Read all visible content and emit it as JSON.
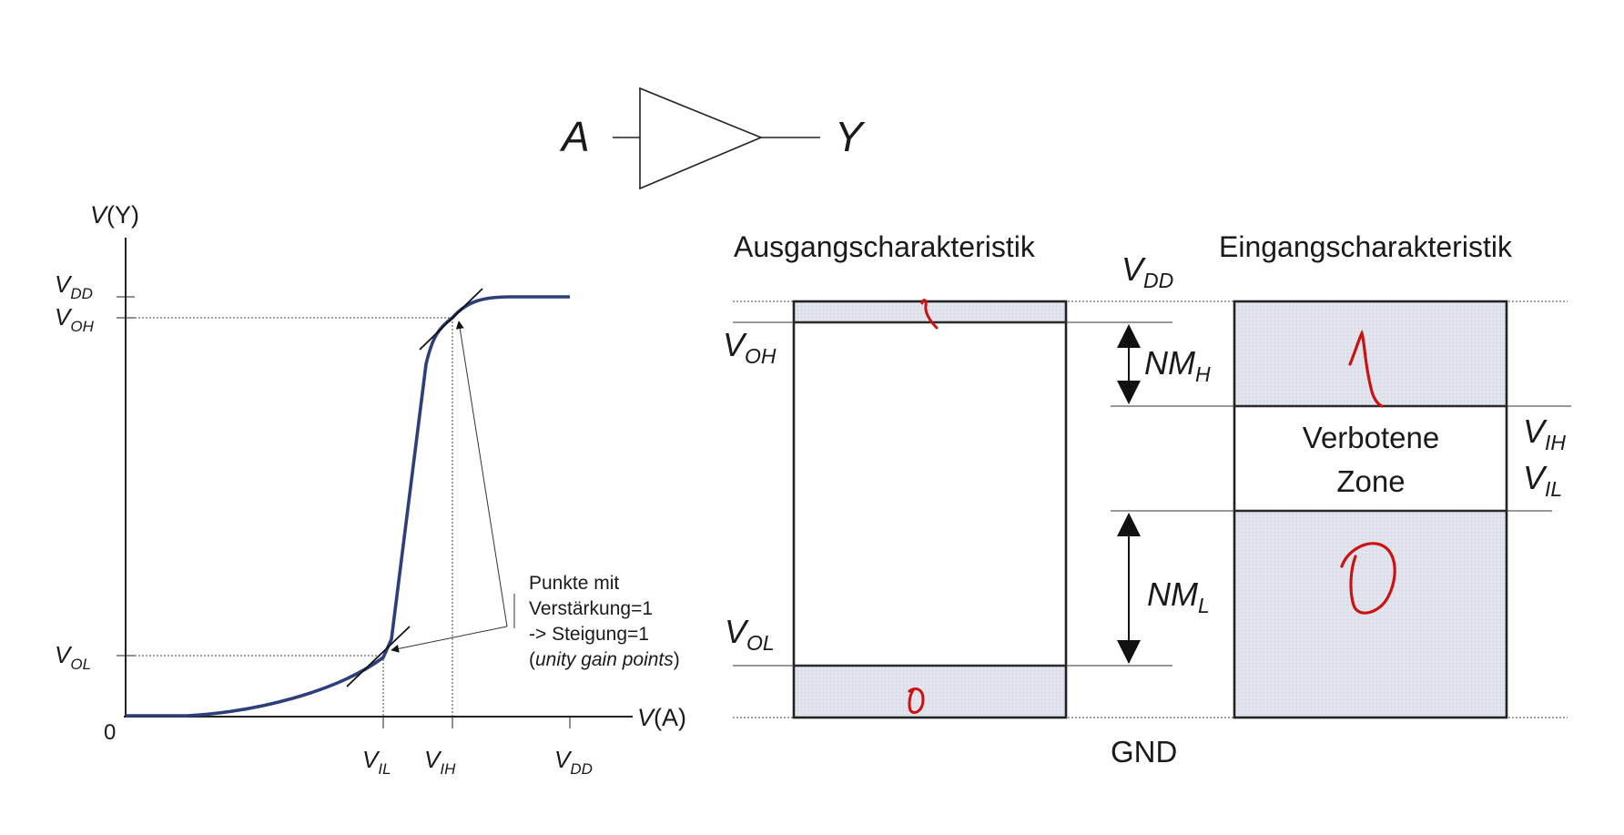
{
  "symbol": {
    "input": "A",
    "output": "Y"
  },
  "transfer_plot": {
    "y_axis": {
      "v": "V",
      "paren": "(Y)"
    },
    "x_axis": {
      "v": "V",
      "paren": "(A)"
    },
    "origin": "0",
    "y_levels": [
      {
        "main": "V",
        "sub": "DD"
      },
      {
        "main": "V",
        "sub": "OH"
      },
      {
        "main": "V",
        "sub": "OL"
      }
    ],
    "x_levels": [
      {
        "main": "V",
        "sub": "IL"
      },
      {
        "main": "V",
        "sub": "IH"
      },
      {
        "main": "V",
        "sub": "DD"
      }
    ],
    "annotation": {
      "line1": "Punkte mit",
      "line2": "Verstärkung=1",
      "line3": "-> Steigung=1",
      "line4_open": "(",
      "line4_italic": "unity gain points",
      "line4_close": ")"
    }
  },
  "characteristics": {
    "output_title": "Ausgangscharakteristik",
    "input_title": "Eingangscharakteristik",
    "vdd": {
      "main": "V",
      "sub": "DD"
    },
    "voh": {
      "main": "V",
      "sub": "OH"
    },
    "vol": {
      "main": "V",
      "sub": "OL"
    },
    "vih": {
      "main": "V",
      "sub": "IH"
    },
    "vil": {
      "main": "V",
      "sub": "IL"
    },
    "nmh": {
      "main": "NM",
      "sub": "H"
    },
    "nml": {
      "main": "NM",
      "sub": "L"
    },
    "forbidden_line1": "Verbotene",
    "forbidden_line2": "Zone",
    "gnd": "GND"
  },
  "colors": {
    "curve": "#2d3f7a",
    "zone_fill": "#dde0ea",
    "handwriting": "#cc1111"
  }
}
